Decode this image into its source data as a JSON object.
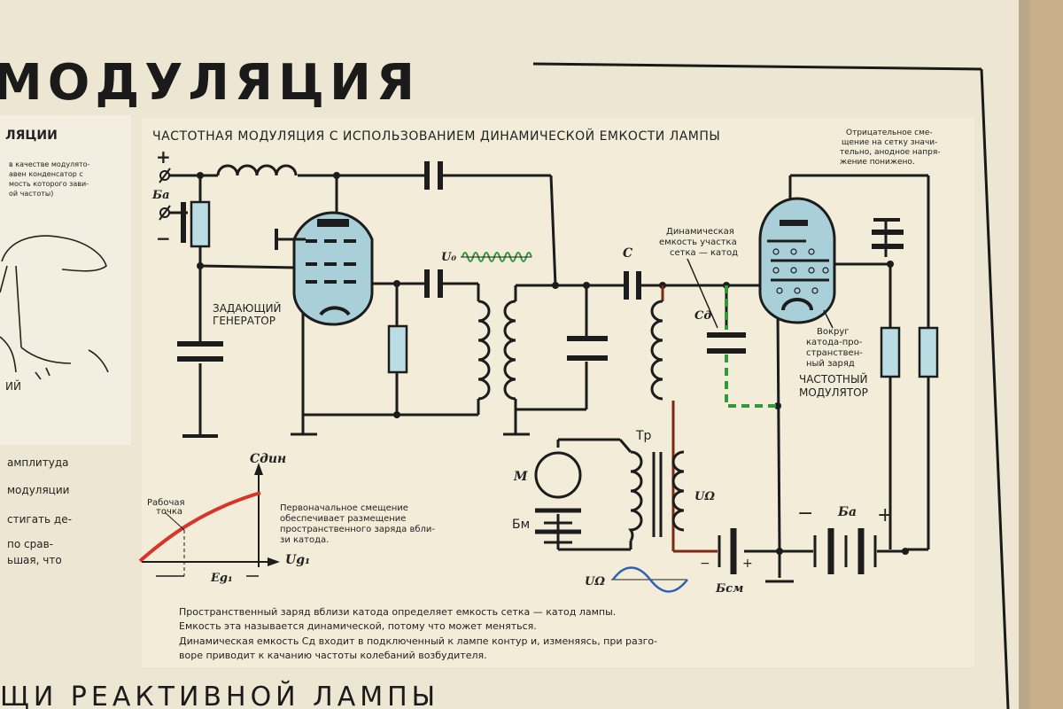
{
  "poster": {
    "title": "МОДУЛЯЦИЯ",
    "bottom_title": "ЩИ РЕАКТИВНОЙ ЛАМПЫ"
  },
  "left_panel": {
    "heading": "ЛЯЦИИ",
    "lines": [
      "в качестве модулято-",
      "авен конденсатор с",
      "мость которого зави-",
      "ой частоты)"
    ],
    "cut_label": "ИЙ",
    "side_text": [
      "амплитуда",
      "модуляции",
      "стигать де-",
      "по срав-",
      "ьшая, что"
    ]
  },
  "diagram": {
    "title": "ЧАСТОТНАЯ МОДУЛЯЦИЯ С ИСПОЛЬЗОВАНИЕМ ДИНАМИЧЕСКОЙ ЕМКОСТИ ЛАМПЫ",
    "note_right": [
      "Отрицательное сме-",
      "щение на сетку значи-",
      "тельно, анодное напря-",
      "жение понижено."
    ],
    "labels": {
      "plus": "+",
      "minus": "−",
      "ba_left": "Ба",
      "zad_gen_1": "ЗАДАЮЩИЙ",
      "zad_gen_2": "ГЕНЕРАТОР",
      "u0": "U₀",
      "c": "C",
      "dyn_cap_1": "Динамическая",
      "dyn_cap_2": "емкость участка",
      "dyn_cap_3": "сетка — катод",
      "cd": "Cд",
      "space_charge_1": "Вокруг",
      "space_charge_2": "катода-про-",
      "space_charge_3": "странствен-",
      "space_charge_4": "ный заряд",
      "mod_1": "ЧАСТОТНЫЙ",
      "mod_2": "МОДУЛЯТОР",
      "tr": "Тр",
      "m": "М",
      "bm": "Бм",
      "uomega": "UΩ",
      "uomega_bottom": "UΩ",
      "bsm": "Бсм",
      "ba_right": "Ба",
      "minus_r": "−",
      "plus_r": "+",
      "minus_bsm": "−",
      "plus_bsm": "+"
    },
    "graph": {
      "ylabel": "Cдин",
      "xlabel": "Ug₁",
      "work_point_1": "Рабочая",
      "work_point_2": "точка",
      "eg": "Eg₁",
      "note": [
        "Первоначальное смещение",
        "обеспечивает размещение",
        "пространственного заряда вбли-",
        "зи катода."
      ]
    },
    "explanation": [
      "Пространственный заряд вблизи катода определяет емкость сетка — катод лампы.",
      "Емкость эта называется динамической, потому что может меняться.",
      "Динамическая емкость Cд входит в подключенный к лампе контур и, изменяясь, при разго-",
      "воре приводит к качанию частоты колебаний возбудителя."
    ]
  },
  "colors": {
    "paper": "#f1ead3",
    "wire": "#1c1c1c",
    "tube": "#a9cfd8",
    "resistor": "#b9dde2",
    "green": "#2e9a3a",
    "red": "#d8352a",
    "brown": "#7a2a14",
    "blue": "#2b62b5"
  }
}
